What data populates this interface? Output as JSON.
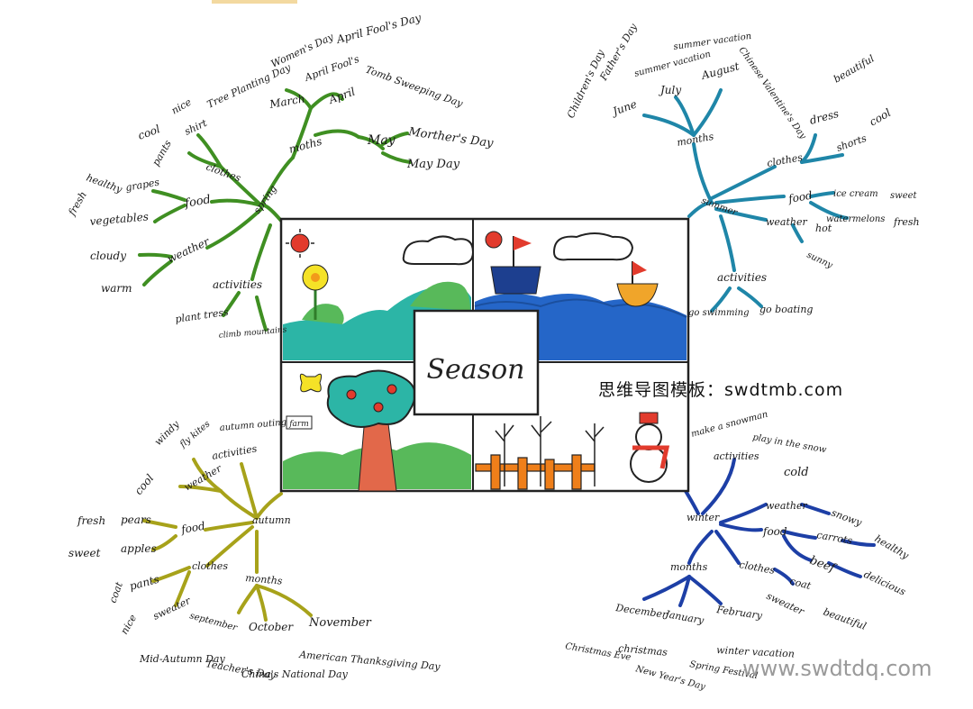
{
  "center": {
    "title": "Season"
  },
  "watermarks": {
    "site_cn": "思维导图模板：swdtmb.com",
    "site_url": "www.swdtdq.com"
  },
  "colors": {
    "spring": "#3f8f22",
    "summer": "#1f86a8",
    "autumn": "#a7a21a",
    "winter": "#1d3fa6",
    "sea": "#2566c8",
    "grass": "#58b95a",
    "teal_hill": "#2cb5a6",
    "sky_line": "#222222"
  },
  "scenes": {
    "spring": {
      "icons": [
        "sun-icon",
        "flower-icon",
        "cloud-icon",
        "hill-icon"
      ]
    },
    "summer": {
      "icons": [
        "sun-icon",
        "sailboat-icon",
        "cloud-icon",
        "wave-icon"
      ]
    },
    "autumn": {
      "icons": [
        "tree-icon",
        "apple-icon",
        "butterfly-icon"
      ],
      "sign": "farm"
    },
    "winter": {
      "icons": [
        "snowman-icon",
        "fence-icon",
        "bare-tree-icon"
      ]
    }
  },
  "spring": {
    "label": "spring",
    "months": {
      "label": "moths",
      "march": {
        "label": "March",
        "items": [
          "Tree Planting Day",
          "Women's Day"
        ]
      },
      "april": {
        "label": "April",
        "items": [
          "April Fool's Day",
          "April Fool's",
          "Tomb Sweeping Day"
        ]
      },
      "may": {
        "label": "May",
        "items": [
          "Morther's Day",
          "May Day"
        ]
      }
    },
    "clothes": {
      "label": "clothes",
      "pants": "pants",
      "cool": "cool",
      "shirt": "shirt",
      "nice": "nice"
    },
    "food": {
      "label": "food",
      "grapes": "grapes",
      "healthy": "healthy",
      "vegetables": "vegetables",
      "fresh": "fresh"
    },
    "weather": {
      "label": "weather",
      "cloudy": "cloudy",
      "warm": "warm"
    },
    "activities": {
      "label": "activities",
      "items": [
        "plant tress",
        "climb mountains"
      ]
    }
  },
  "summer": {
    "label": "summer",
    "months": {
      "label": "months",
      "june": {
        "label": "June",
        "items": [
          "Children's Day",
          "Father's Day"
        ]
      },
      "july": {
        "label": "July",
        "items": [
          "summer vacation"
        ]
      },
      "august": {
        "label": "August",
        "items": [
          "summer vacation",
          "Chinese Valentine's Day"
        ]
      }
    },
    "clothes": {
      "label": "clothes",
      "dress": "dress",
      "beautiful": "beautiful",
      "shorts": "shorts",
      "cool": "cool"
    },
    "food": {
      "label": "food",
      "ice_cream": "ice cream",
      "sweet": "sweet",
      "watermelons": "watermelons",
      "fresh": "fresh"
    },
    "weather": {
      "label": "weather",
      "hot": "hot",
      "sunny": "sunny"
    },
    "activities": {
      "label": "activities",
      "items": [
        "go swimming",
        "go boating"
      ]
    }
  },
  "autumn": {
    "label": "autumn",
    "weather": {
      "label": "weather",
      "windy": "windy",
      "cool": "cool"
    },
    "activities": {
      "label": "activities",
      "fly_kites": "fly kites",
      "autumn_outing": "autumn outing"
    },
    "food": {
      "label": "food",
      "pears": "pears",
      "fresh": "fresh",
      "apples": "apples",
      "sweet": "sweet"
    },
    "clothes": {
      "label": "clothes",
      "pants": "pants",
      "coat": "coat",
      "sweater": "sweater",
      "nice": "nice"
    },
    "months": {
      "label": "months",
      "september": {
        "label": "september",
        "items": [
          "Mid-Autumn Day",
          "Teacher's Day"
        ]
      },
      "october": {
        "label": "October",
        "items": [
          "China's National Day"
        ]
      },
      "november": {
        "label": "November",
        "items": [
          "American Thanksgiving Day"
        ]
      }
    }
  },
  "winter": {
    "label": "winter",
    "activities": {
      "label": "activities",
      "items": [
        "make a snowman",
        "play in the snow"
      ]
    },
    "weather": {
      "label": "weather",
      "cold": "cold",
      "snowy": "snowy"
    },
    "food": {
      "label": "food",
      "carrots": "carrots",
      "healthy": "healthy",
      "beef": "beef",
      "delicious": "delicious"
    },
    "clothes": {
      "label": "clothes",
      "coat": "coat",
      "sweater": "sweater",
      "beautiful": "beautiful"
    },
    "months": {
      "label": "months",
      "december": {
        "label": "December",
        "items": [
          "Christmas Eve",
          "christmas"
        ]
      },
      "january": {
        "label": "January",
        "items": [
          "New Year's Day",
          "Spring Festival"
        ]
      },
      "february": {
        "label": "February",
        "items": [
          "winter vacation"
        ]
      }
    }
  }
}
